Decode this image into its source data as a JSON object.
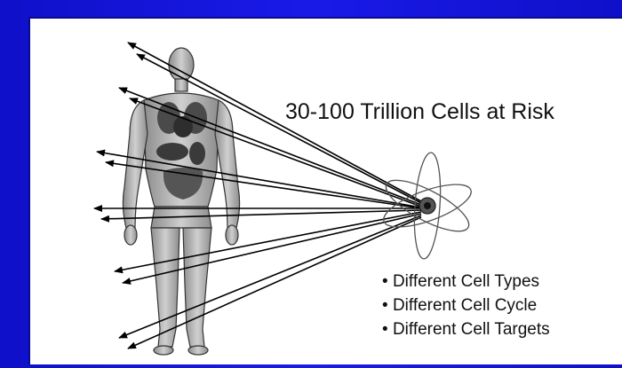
{
  "title": "30-100 Trillion Cells at Risk",
  "bullets": [
    "Different Cell Types",
    "Different Cell Cycle",
    "Different Cell Targets"
  ],
  "colors": {
    "background": "#1a1ae6",
    "panel": "#ffffff",
    "arrows": "#000000",
    "body_fill": "#b9b9b9",
    "organs": "#4a4a4a"
  },
  "icons": [
    "human-body-figure",
    "atom-icon"
  ]
}
